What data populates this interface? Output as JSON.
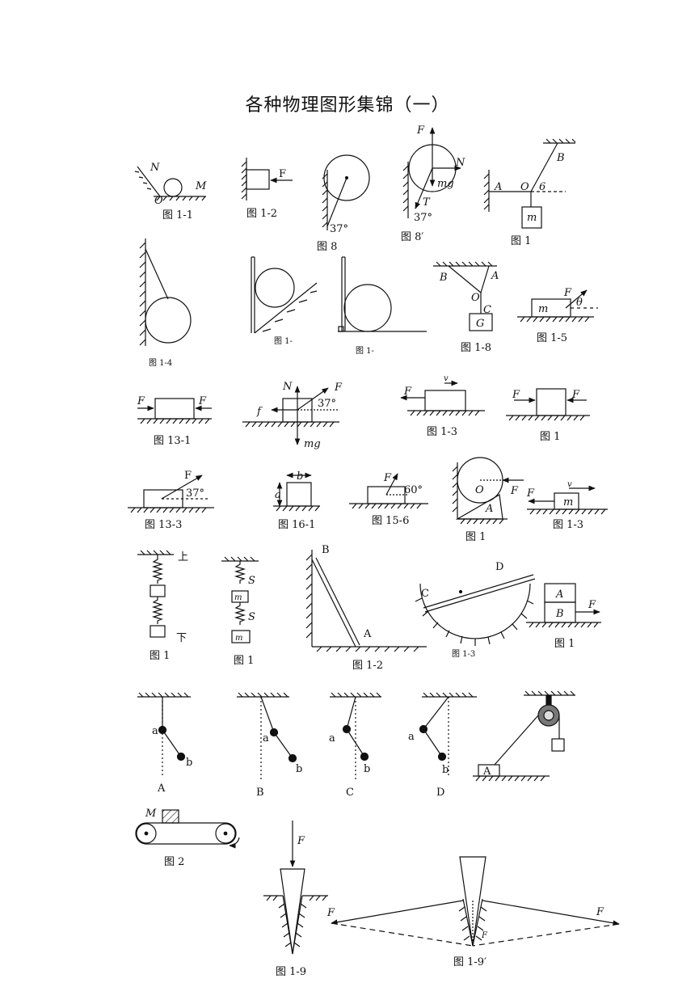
{
  "title": "各种物理图形集锦（一）",
  "fig_1_1": {
    "caption": "图 1-1",
    "N": "N",
    "M": "M",
    "O": "O"
  },
  "fig_1_2": {
    "caption": "图 1-2",
    "F": "F"
  },
  "fig_8": {
    "caption": "图 8",
    "angle": "37°"
  },
  "fig_8p": {
    "caption": "图 8′",
    "F": "F",
    "N": "N",
    "mg": "mg",
    "T": "T",
    "angle": "37°"
  },
  "fig_1a": {
    "caption": "图 1",
    "A": "A",
    "O": "O",
    "B": "B",
    "angle": "6",
    "m": "m"
  },
  "fig_1_4": {
    "caption": "图 1-4"
  },
  "fig_1b": {
    "caption": "图 1-"
  },
  "fig_1c": {
    "caption": "图 1-"
  },
  "fig_1_8": {
    "caption": "图 1-8",
    "B": "B",
    "A": "A",
    "O": "O",
    "C": "C",
    "G": "G"
  },
  "fig_1_5": {
    "caption": "图 1-5",
    "F": "F",
    "m": "m",
    "theta": "θ"
  },
  "fig_13_1": {
    "caption": "图 13-1",
    "F1": "F",
    "F2": "F"
  },
  "fig_fn": {
    "N": "N",
    "F": "F",
    "f": "f",
    "mg": "mg",
    "angle": "37°"
  },
  "fig_1_3a": {
    "caption": "图 1-3",
    "F": "F",
    "v": "v"
  },
  "fig_1d": {
    "caption": "图 1",
    "F1": "F",
    "F2": "F"
  },
  "fig_13_3": {
    "caption": "图 13-3",
    "F": "F",
    "angle": "37°"
  },
  "fig_16_1": {
    "caption": "图 16-1",
    "a": "a",
    "b": "b"
  },
  "fig_15_6": {
    "caption": "图 15-6",
    "F": "F",
    "angle": "60°"
  },
  "fig_1e": {
    "caption": "图 1",
    "O": "O",
    "F": "F",
    "A": "A"
  },
  "fig_1_3b": {
    "caption": "图 1-3",
    "F": "F",
    "m": "m",
    "v": "v"
  },
  "fig_1f": {
    "caption": "图 1",
    "up": "上",
    "down": "下"
  },
  "fig_1g": {
    "caption": "图 1",
    "S1": "S",
    "S2": "S",
    "m1": "m",
    "m2": "m"
  },
  "fig_1_2b": {
    "caption": "图 1-2",
    "A": "A",
    "B": "B"
  },
  "fig_1_3c": {
    "caption": "图 1-3",
    "C": "C",
    "D": "D"
  },
  "fig_1h": {
    "caption": "图 1",
    "A": "A",
    "B": "B",
    "F": "F"
  },
  "pendulums": [
    {
      "label": "A",
      "a": "a",
      "b": "b"
    },
    {
      "label": "B",
      "a": "a",
      "b": "b"
    },
    {
      "label": "C",
      "a": "a",
      "b": "b"
    },
    {
      "label": "D",
      "a": "a",
      "b": "b"
    }
  ],
  "fig_pulley": {
    "A": "A"
  },
  "fig_2": {
    "caption": "图 2",
    "M": "M"
  },
  "fig_1_9": {
    "caption": "图 1-9",
    "F": "F"
  },
  "fig_1_9p": {
    "caption": "图 1-9′",
    "F1L": "F",
    "F1R": "F",
    "F": "F"
  }
}
